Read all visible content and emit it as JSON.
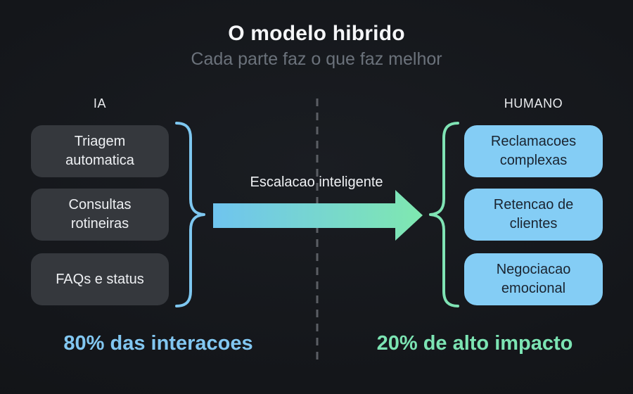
{
  "header": {
    "title": "O modelo hibrido",
    "subtitle": "Cada parte faz o que faz melhor"
  },
  "left_column": {
    "label": "IA",
    "items": [
      "Triagem automatica",
      "Consultas rotineiras",
      "FAQs e status"
    ],
    "footer": "80% das interacoes"
  },
  "right_column": {
    "label": "HUMANO",
    "items": [
      "Reclamacoes complexas",
      "Retencao de clientes",
      "Negociacao emocional"
    ],
    "footer": "20% de alto impacto"
  },
  "center": {
    "arrow_label": "Escalacao inteligente"
  },
  "colors": {
    "background": "#14161a",
    "title_text": "#f5f6f8",
    "subtitle_text": "#6b727b",
    "ai_box_bg": "#35383d",
    "ai_box_text": "#eef0f3",
    "human_box_bg": "#84cdf5",
    "human_box_text": "#1a2430",
    "blue_brace": "#7ec7f0",
    "green_brace": "#7fe3b4",
    "arrow_start": "#6fc4ef",
    "arrow_end": "#7fe8b0",
    "divider": "#5b5e64",
    "stat_blue": "#82c7f1",
    "stat_green": "#7ce4b3"
  }
}
